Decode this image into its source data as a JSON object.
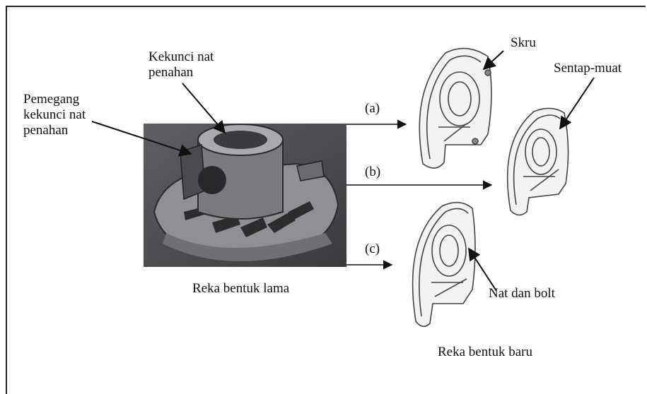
{
  "labels": {
    "kekunci": "Kekunci nat\npenahan",
    "pemegang": "Pemegang\nkekunci nat\npenahan",
    "skru": "Skru",
    "sentap": "Sentap-muat",
    "nat_bolt": "Nat dan bolt",
    "lama": "Reka bentuk lama",
    "baru": "Reka bentuk baru",
    "opt_a": "(a)",
    "opt_b": "(b)",
    "opt_c": "(c)"
  },
  "icons": {
    "old_part": "old-cast-housing-photo",
    "new_parts": "redesigned-bracket-drawings"
  }
}
